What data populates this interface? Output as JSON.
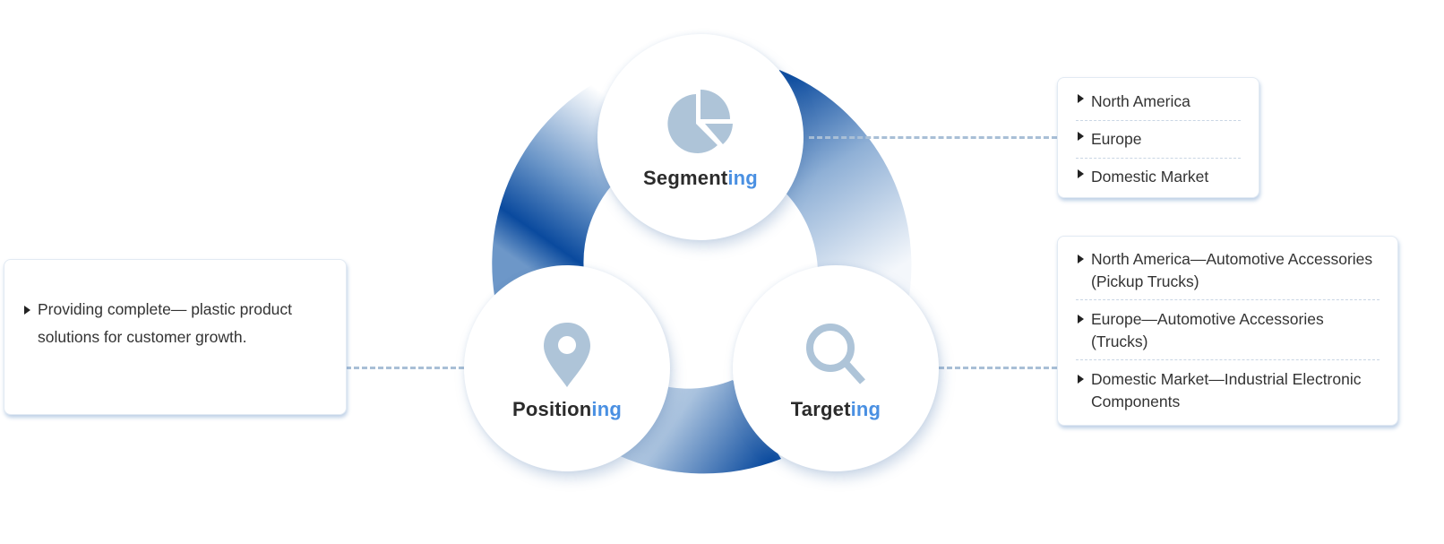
{
  "diagram": {
    "title": "STP Marketing Cycle",
    "colors": {
      "ring_dark": "#0a4a9e",
      "ring_light": "#ffffff",
      "icon": "#aec4d8",
      "label_text": "#2b2b2b",
      "label_accent": "#4a90e2",
      "connector": "#a9bfd6",
      "box_border": "#e2eaf3",
      "separator": "#c9d6e4"
    },
    "nodes": [
      {
        "id": "segmenting",
        "icon": "pie-chart-icon",
        "label_main": "Segment",
        "label_accent": "ing"
      },
      {
        "id": "targeting",
        "icon": "magnifier-icon",
        "label_main": "Target",
        "label_accent": "ing"
      },
      {
        "id": "positioning",
        "icon": "map-pin-icon",
        "label_main": "Position",
        "label_accent": "ing"
      }
    ],
    "segmenting_box": {
      "items": [
        "North America",
        "Europe",
        "Domestic Market"
      ]
    },
    "targeting_box": {
      "items": [
        "North America—Automotive Accessories (Pickup Trucks)",
        "Europe—Automotive Accessories (Trucks)",
        "Domestic Market—Industrial Electronic Components"
      ]
    },
    "positioning_box": {
      "items": [
        "Providing complete— plastic product solutions for customer growth."
      ]
    }
  }
}
